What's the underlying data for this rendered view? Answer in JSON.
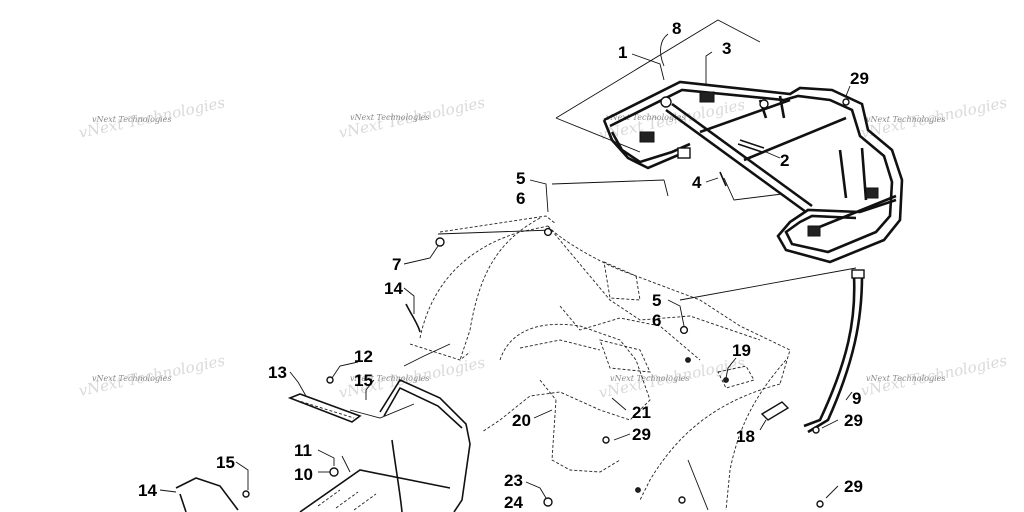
{
  "watermark": "vNext Technologies",
  "callouts": [
    {
      "id": "c1",
      "text": "1"
    },
    {
      "id": "c8",
      "text": "8"
    },
    {
      "id": "c3",
      "text": "3"
    },
    {
      "id": "c29a",
      "text": "29"
    },
    {
      "id": "c2",
      "text": "2"
    },
    {
      "id": "c4",
      "text": "4"
    },
    {
      "id": "c5a",
      "text": "5"
    },
    {
      "id": "c6a",
      "text": "6"
    },
    {
      "id": "c7",
      "text": "7"
    },
    {
      "id": "c14a",
      "text": "14"
    },
    {
      "id": "c5b",
      "text": "5"
    },
    {
      "id": "c6b",
      "text": "6"
    },
    {
      "id": "c19",
      "text": "19"
    },
    {
      "id": "c13",
      "text": "13"
    },
    {
      "id": "c12",
      "text": "12"
    },
    {
      "id": "c15a",
      "text": "15"
    },
    {
      "id": "c9",
      "text": "9"
    },
    {
      "id": "c29b",
      "text": "29"
    },
    {
      "id": "c20",
      "text": "20"
    },
    {
      "id": "c21",
      "text": "21"
    },
    {
      "id": "c29c",
      "text": "29"
    },
    {
      "id": "c18",
      "text": "18"
    },
    {
      "id": "c11",
      "text": "11"
    },
    {
      "id": "c10",
      "text": "10"
    },
    {
      "id": "c15b",
      "text": "15"
    },
    {
      "id": "c14b",
      "text": "14"
    },
    {
      "id": "c23",
      "text": "23"
    },
    {
      "id": "c24",
      "text": "24"
    },
    {
      "id": "c29d",
      "text": "29"
    }
  ]
}
